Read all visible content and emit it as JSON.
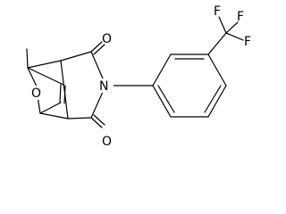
{
  "molecule": {
    "atoms": {
      "O_bridge": "O",
      "O_top": "O",
      "O_bottom": "O",
      "N": "N",
      "F1": "F",
      "F2": "F",
      "F3": "F"
    },
    "colors": {
      "bond": "#000000",
      "label": "#000000",
      "background": "#ffffff"
    }
  }
}
